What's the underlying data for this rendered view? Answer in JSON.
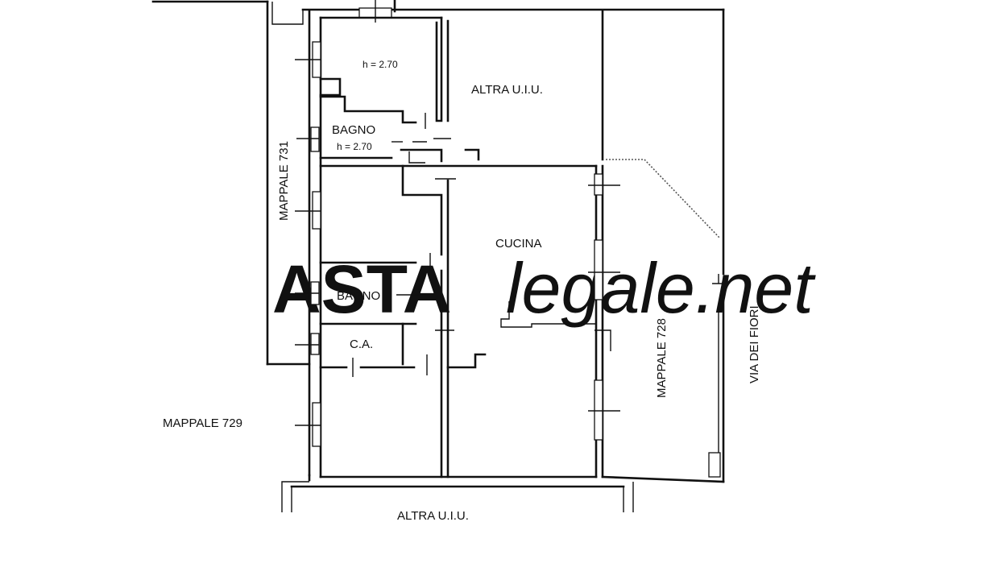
{
  "labels": {
    "room_upper": "h = 2.70",
    "bagno_upper": "BAGNO",
    "bagno_upper_height": "h = 2.70",
    "altra_uiu_top": "ALTRA U.I.U.",
    "cucina": "CUCINA",
    "bagno_lower": "BAGNO",
    "ca": "C.A.",
    "mappale_731": "MAPPALE 731",
    "mappale_728": "MAPPALE 728",
    "mappale_729": "MAPPALE 729",
    "via_dei_fiori": "VIA DEI FIORI",
    "altra_uiu_bottom": "ALTRA U.I.U."
  },
  "watermark": {
    "brand": "ASTA",
    "domain": "legale.net",
    "brand_color": "#e6bcbc",
    "domain_color": "#d6d6d6"
  }
}
